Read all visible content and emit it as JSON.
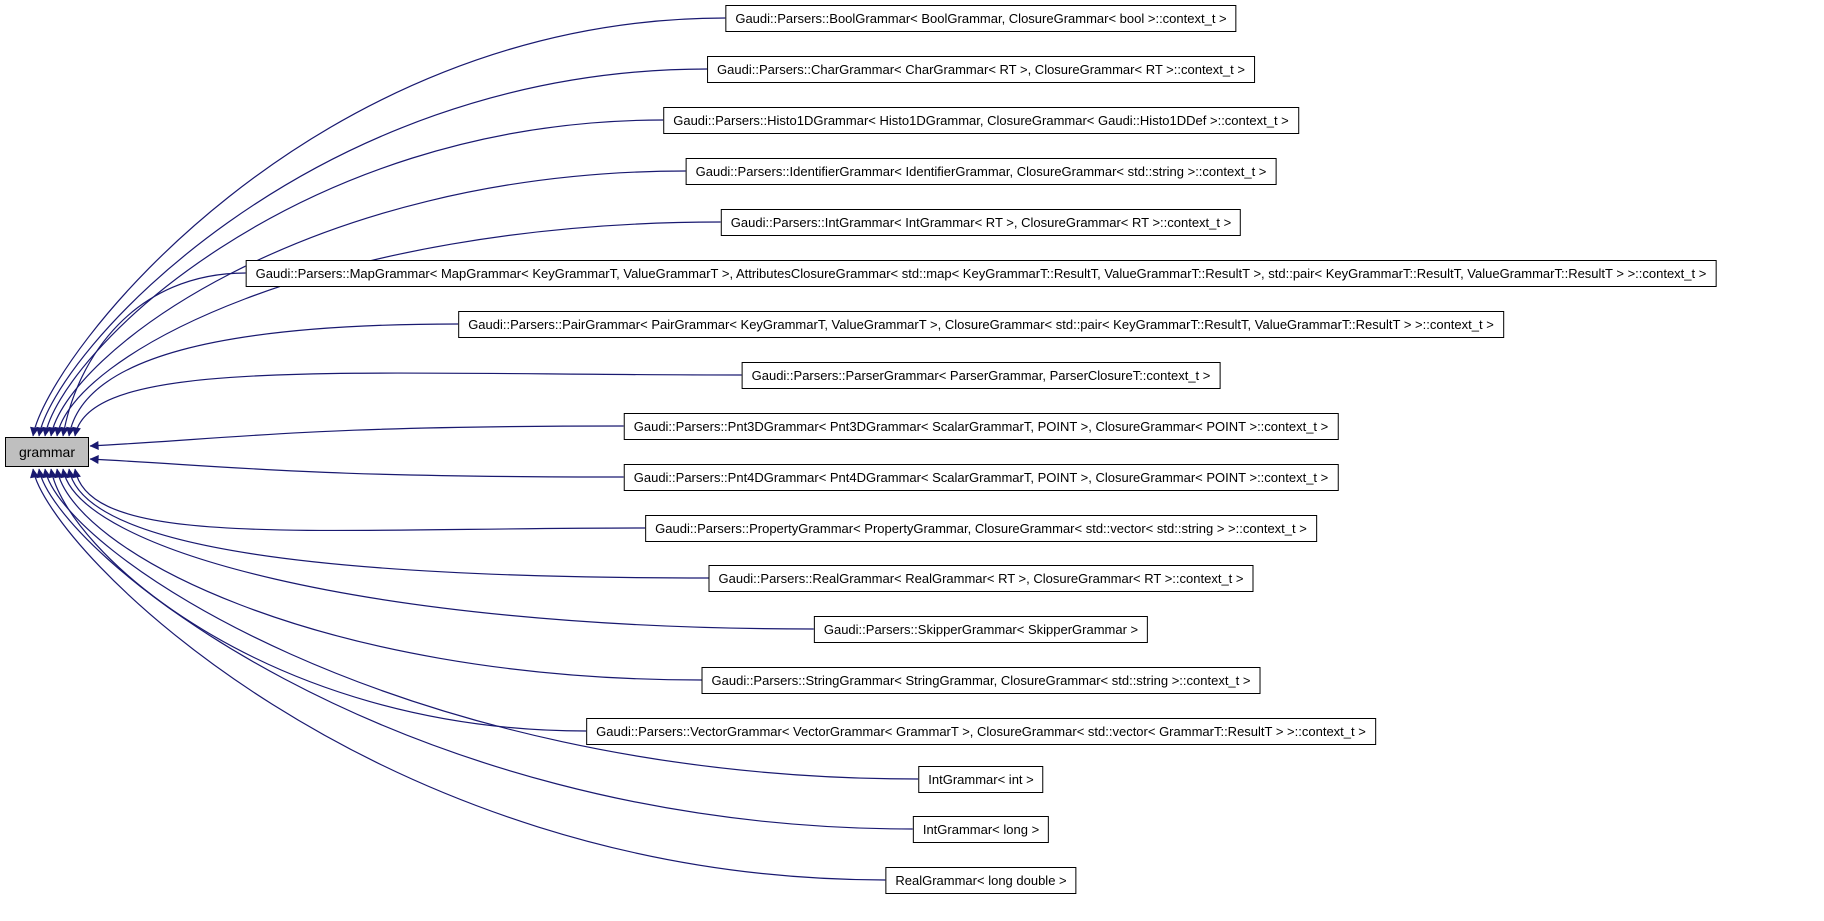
{
  "figure": {
    "kind": "class-inheritance-graph",
    "background": "#ffffff",
    "edge_color": "#191970",
    "node_border_color": "#000000",
    "node_fill": "#ffffff",
    "base_node": {
      "label": "grammar",
      "fill": "#bfbfbf"
    },
    "derived_nodes": [
      {
        "label": "Gaudi::Parsers::BoolGrammar< BoolGrammar, ClosureGrammar< bool >::context_t >"
      },
      {
        "label": "Gaudi::Parsers::CharGrammar< CharGrammar< RT >, ClosureGrammar< RT >::context_t >"
      },
      {
        "label": "Gaudi::Parsers::Histo1DGrammar< Histo1DGrammar, ClosureGrammar< Gaudi::Histo1DDef >::context_t >"
      },
      {
        "label": "Gaudi::Parsers::IdentifierGrammar< IdentifierGrammar, ClosureGrammar< std::string >::context_t >"
      },
      {
        "label": "Gaudi::Parsers::IntGrammar< IntGrammar< RT >, ClosureGrammar< RT >::context_t >"
      },
      {
        "label": "Gaudi::Parsers::MapGrammar< MapGrammar< KeyGrammarT, ValueGrammarT >, AttributesClosureGrammar< std::map< KeyGrammarT::ResultT, ValueGrammarT::ResultT >, std::pair< KeyGrammarT::ResultT, ValueGrammarT::ResultT > >::context_t >"
      },
      {
        "label": "Gaudi::Parsers::PairGrammar< PairGrammar< KeyGrammarT, ValueGrammarT >, ClosureGrammar< std::pair< KeyGrammarT::ResultT, ValueGrammarT::ResultT > >::context_t >"
      },
      {
        "label": "Gaudi::Parsers::ParserGrammar< ParserGrammar, ParserClosureT::context_t >"
      },
      {
        "label": "Gaudi::Parsers::Pnt3DGrammar< Pnt3DGrammar< ScalarGrammarT, POINT >, ClosureGrammar< POINT >::context_t >"
      },
      {
        "label": "Gaudi::Parsers::Pnt4DGrammar< Pnt4DGrammar< ScalarGrammarT, POINT >, ClosureGrammar< POINT >::context_t >"
      },
      {
        "label": "Gaudi::Parsers::PropertyGrammar< PropertyGrammar, ClosureGrammar< std::vector< std::string > >::context_t >"
      },
      {
        "label": "Gaudi::Parsers::RealGrammar< RealGrammar< RT >, ClosureGrammar< RT >::context_t >"
      },
      {
        "label": "Gaudi::Parsers::SkipperGrammar< SkipperGrammar >"
      },
      {
        "label": "Gaudi::Parsers::StringGrammar< StringGrammar, ClosureGrammar< std::string >::context_t >"
      },
      {
        "label": "Gaudi::Parsers::VectorGrammar< VectorGrammar< GrammarT >, ClosureGrammar< std::vector< GrammarT::ResultT > >::context_t >"
      },
      {
        "label": "IntGrammar< int >"
      },
      {
        "label": "IntGrammar< long >"
      },
      {
        "label": "RealGrammar< long double >"
      }
    ]
  }
}
